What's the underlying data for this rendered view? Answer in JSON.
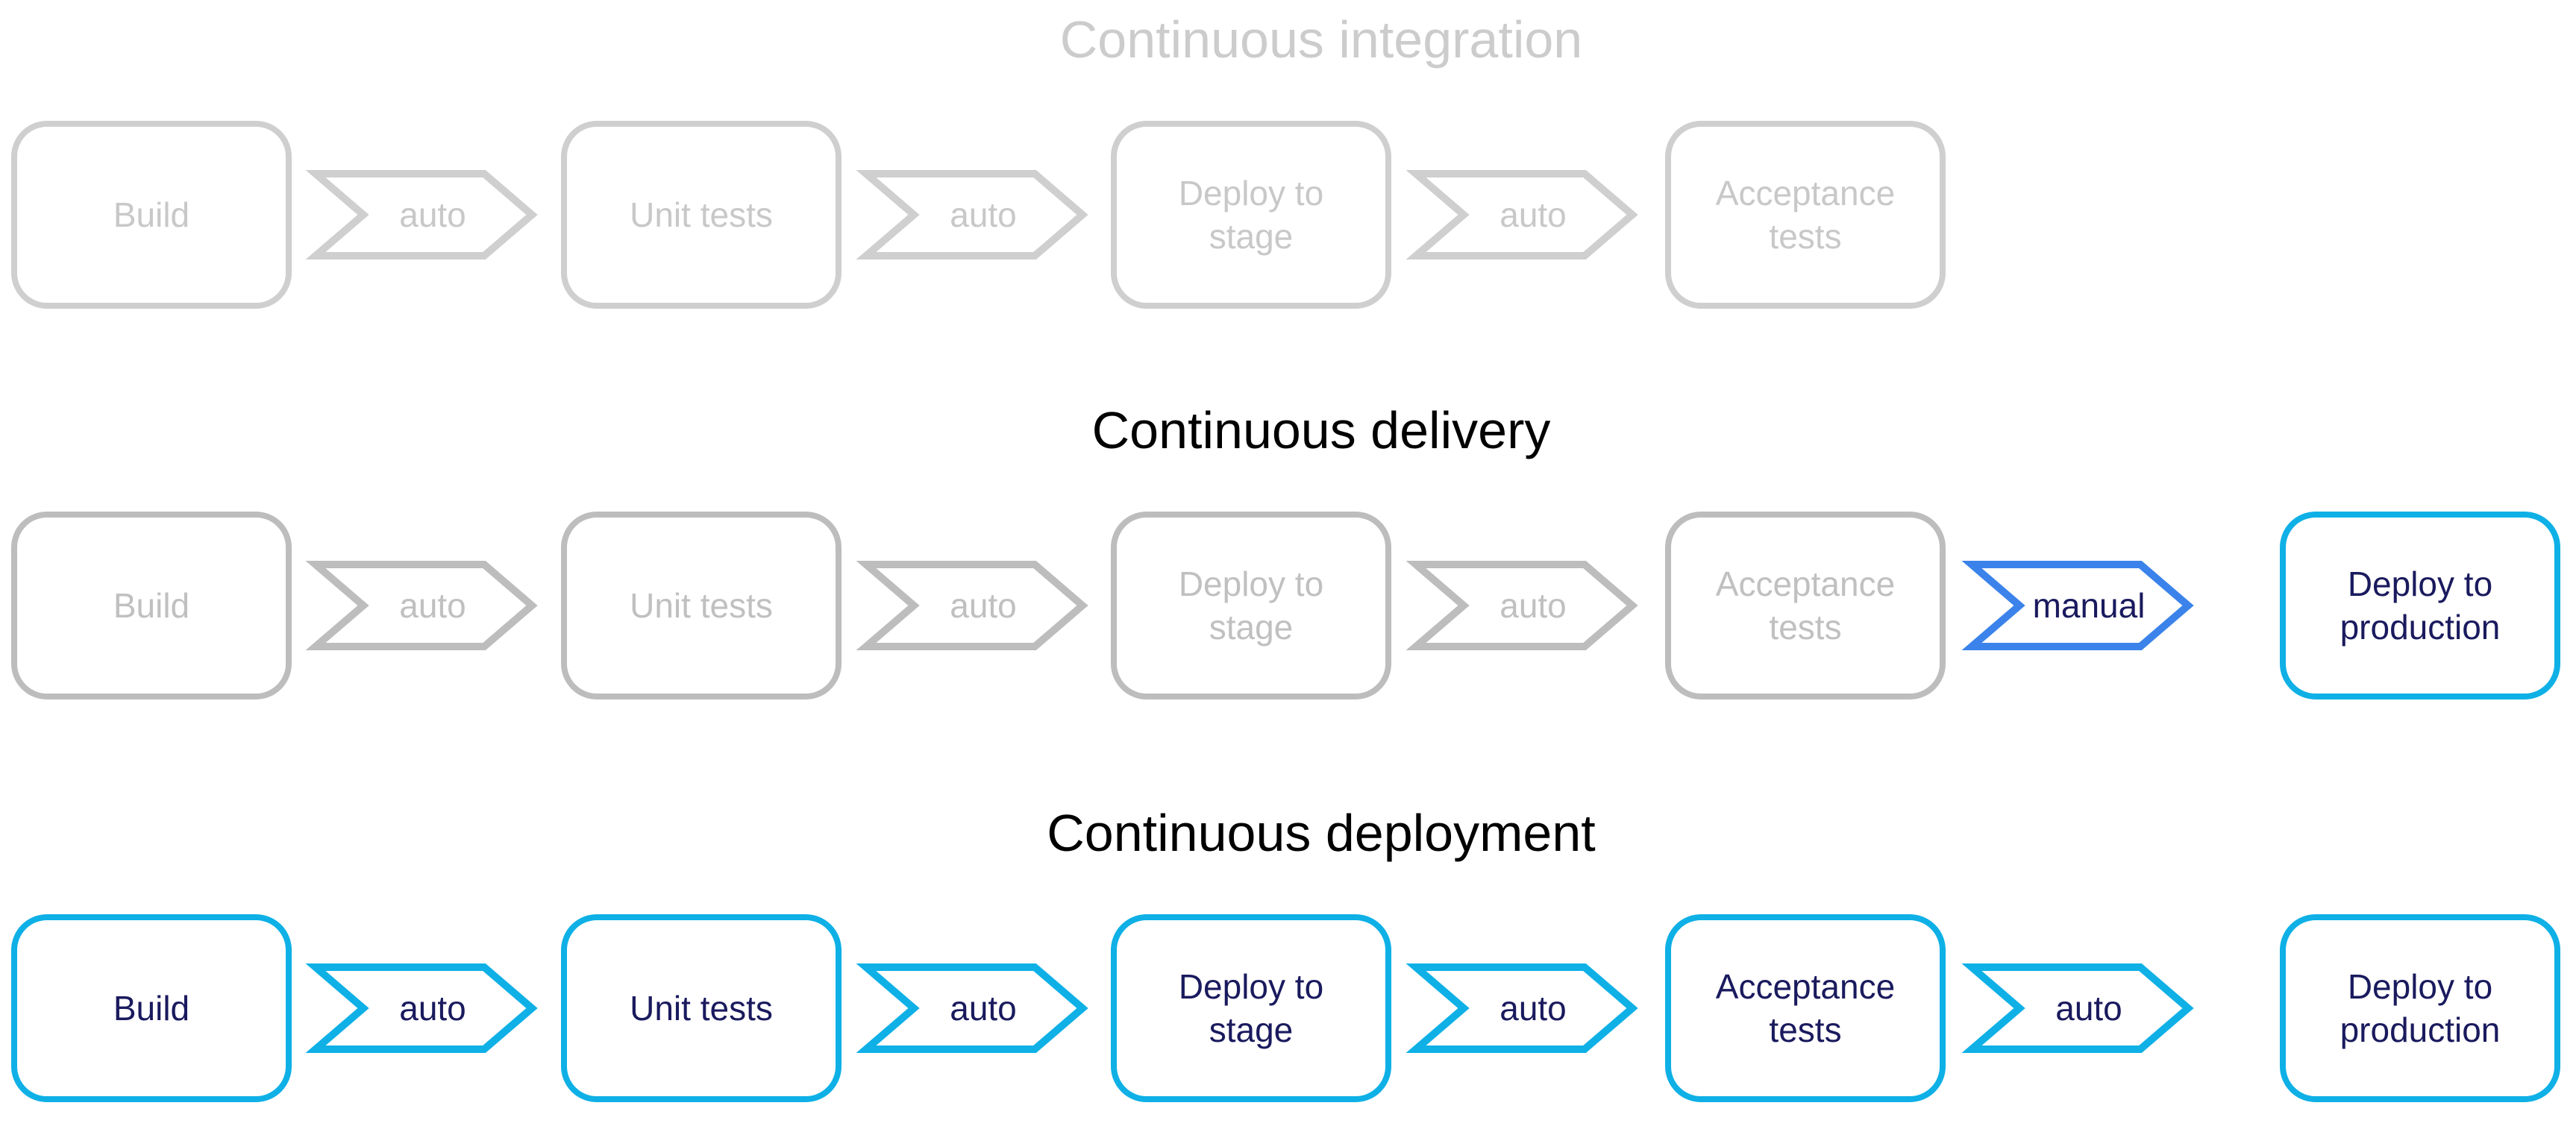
{
  "colors": {
    "faint_gray": "#cfcfcf",
    "mid_gray": "#bdbdbd",
    "cyan": "#0eb0e6",
    "blue": "#3b83ea",
    "navy_text": "#1a1a5e",
    "title_black": "#000000",
    "title_gray": "#cccccc"
  },
  "rows": [
    {
      "id": "continuous-integration",
      "title": "Continuous integration",
      "title_color": "#cccccc",
      "stages": [
        {
          "lines": [
            "Build"
          ],
          "stroke": "#cfcfcf",
          "text_color": "#c8c8c8"
        },
        {
          "lines": [
            "Unit tests"
          ],
          "stroke": "#cfcfcf",
          "text_color": "#c8c8c8"
        },
        {
          "lines": [
            "Deploy to",
            "stage"
          ],
          "stroke": "#cfcfcf",
          "text_color": "#c8c8c8"
        },
        {
          "lines": [
            "Acceptance",
            "tests"
          ],
          "stroke": "#cfcfcf",
          "text_color": "#c8c8c8"
        }
      ],
      "arrows": [
        {
          "label": "auto",
          "stroke": "#cfcfcf",
          "text_color": "#c8c8c8"
        },
        {
          "label": "auto",
          "stroke": "#cfcfcf",
          "text_color": "#c8c8c8"
        },
        {
          "label": "auto",
          "stroke": "#cfcfcf",
          "text_color": "#c8c8c8"
        }
      ]
    },
    {
      "id": "continuous-delivery",
      "title": "Continuous delivery",
      "title_color": "#000000",
      "stages": [
        {
          "lines": [
            "Build"
          ],
          "stroke": "#bdbdbd",
          "text_color": "#c0c0c0"
        },
        {
          "lines": [
            "Unit tests"
          ],
          "stroke": "#bdbdbd",
          "text_color": "#c0c0c0"
        },
        {
          "lines": [
            "Deploy to",
            "stage"
          ],
          "stroke": "#bdbdbd",
          "text_color": "#c0c0c0"
        },
        {
          "lines": [
            "Acceptance",
            "tests"
          ],
          "stroke": "#bdbdbd",
          "text_color": "#c0c0c0"
        },
        {
          "lines": [
            "Deploy to",
            "production"
          ],
          "stroke": "#0eb0e6",
          "text_color": "#1a1a5e"
        }
      ],
      "arrows": [
        {
          "label": "auto",
          "stroke": "#bdbdbd",
          "text_color": "#c0c0c0"
        },
        {
          "label": "auto",
          "stroke": "#bdbdbd",
          "text_color": "#c0c0c0"
        },
        {
          "label": "auto",
          "stroke": "#bdbdbd",
          "text_color": "#c0c0c0"
        },
        {
          "label": "manual",
          "stroke": "#3b83ea",
          "text_color": "#1a1a5e"
        }
      ]
    },
    {
      "id": "continuous-deployment",
      "title": "Continuous deployment",
      "title_color": "#000000",
      "stages": [
        {
          "lines": [
            "Build"
          ],
          "stroke": "#0eb0e6",
          "text_color": "#1a1a5e"
        },
        {
          "lines": [
            "Unit tests"
          ],
          "stroke": "#0eb0e6",
          "text_color": "#1a1a5e"
        },
        {
          "lines": [
            "Deploy to",
            "stage"
          ],
          "stroke": "#0eb0e6",
          "text_color": "#1a1a5e"
        },
        {
          "lines": [
            "Acceptance",
            "tests"
          ],
          "stroke": "#0eb0e6",
          "text_color": "#1a1a5e"
        },
        {
          "lines": [
            "Deploy to",
            "production"
          ],
          "stroke": "#0eb0e6",
          "text_color": "#1a1a5e"
        }
      ],
      "arrows": [
        {
          "label": "auto",
          "stroke": "#0eb0e6",
          "text_color": "#1a1a5e"
        },
        {
          "label": "auto",
          "stroke": "#0eb0e6",
          "text_color": "#1a1a5e"
        },
        {
          "label": "auto",
          "stroke": "#0eb0e6",
          "text_color": "#1a1a5e"
        },
        {
          "label": "auto",
          "stroke": "#0eb0e6",
          "text_color": "#1a1a5e"
        }
      ]
    }
  ]
}
